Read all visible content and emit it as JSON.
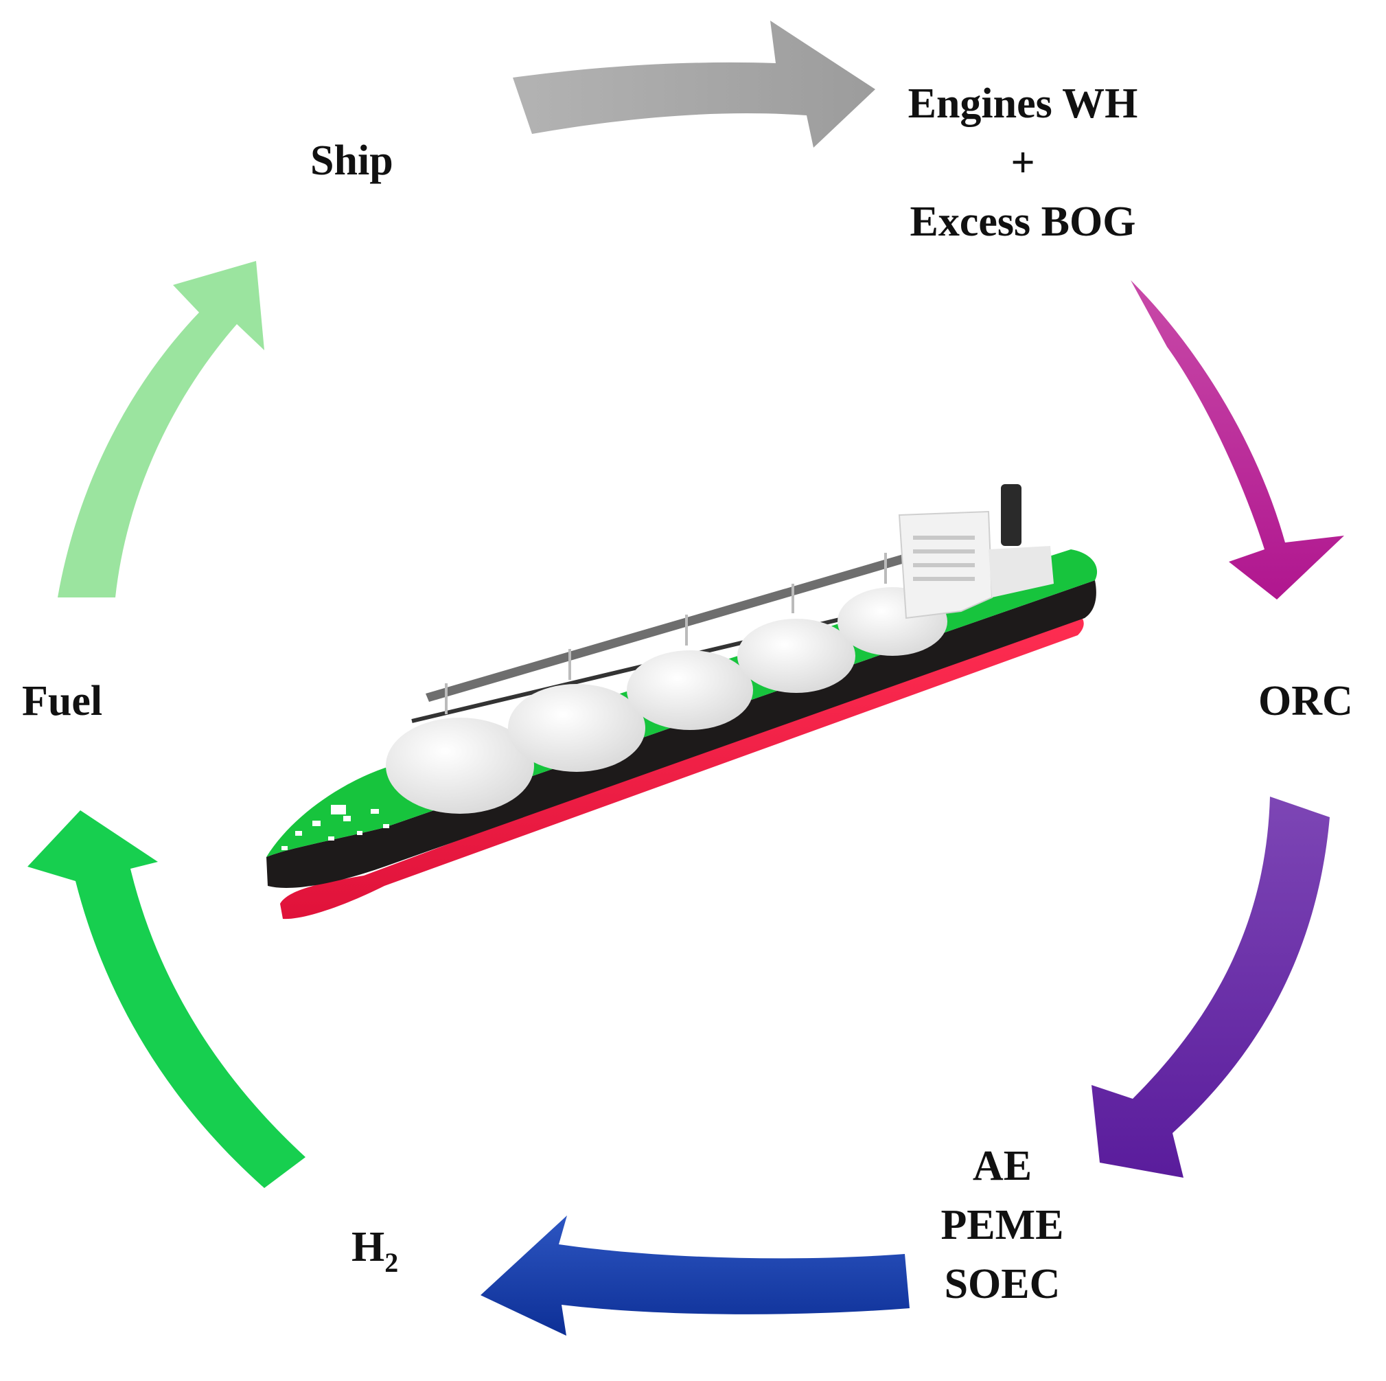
{
  "nodes": {
    "ship": "Ship",
    "engines_wh": "Engines WH",
    "plus": "+",
    "excess_bog": "Excess BOG",
    "orc": "ORC",
    "ae": "AE",
    "peme": "PEME",
    "soec": "SOEC",
    "h2_base": "H",
    "h2_sub": "2",
    "fuel": "Fuel"
  },
  "arrows": [
    {
      "from": "Ship",
      "to": "Engines WH + Excess BOG",
      "color": "#a6a6a6"
    },
    {
      "from": "Engines WH + Excess BOG",
      "to": "ORC",
      "color": "#b5269c"
    },
    {
      "from": "ORC",
      "to": "AE / PEME / SOEC",
      "color": "#6a2aae"
    },
    {
      "from": "AE / PEME / SOEC",
      "to": "H2",
      "color": "#1a3da8"
    },
    {
      "from": "H2",
      "to": "Fuel",
      "color": "#16cf4f"
    },
    {
      "from": "Fuel",
      "to": "Ship",
      "color": "#97e39a"
    }
  ],
  "colors": {
    "hull_black": "#1d1a1a",
    "hull_red": "#ff1f46",
    "deck_green": "#17c43d",
    "tank_white": "#f3f3f3"
  }
}
